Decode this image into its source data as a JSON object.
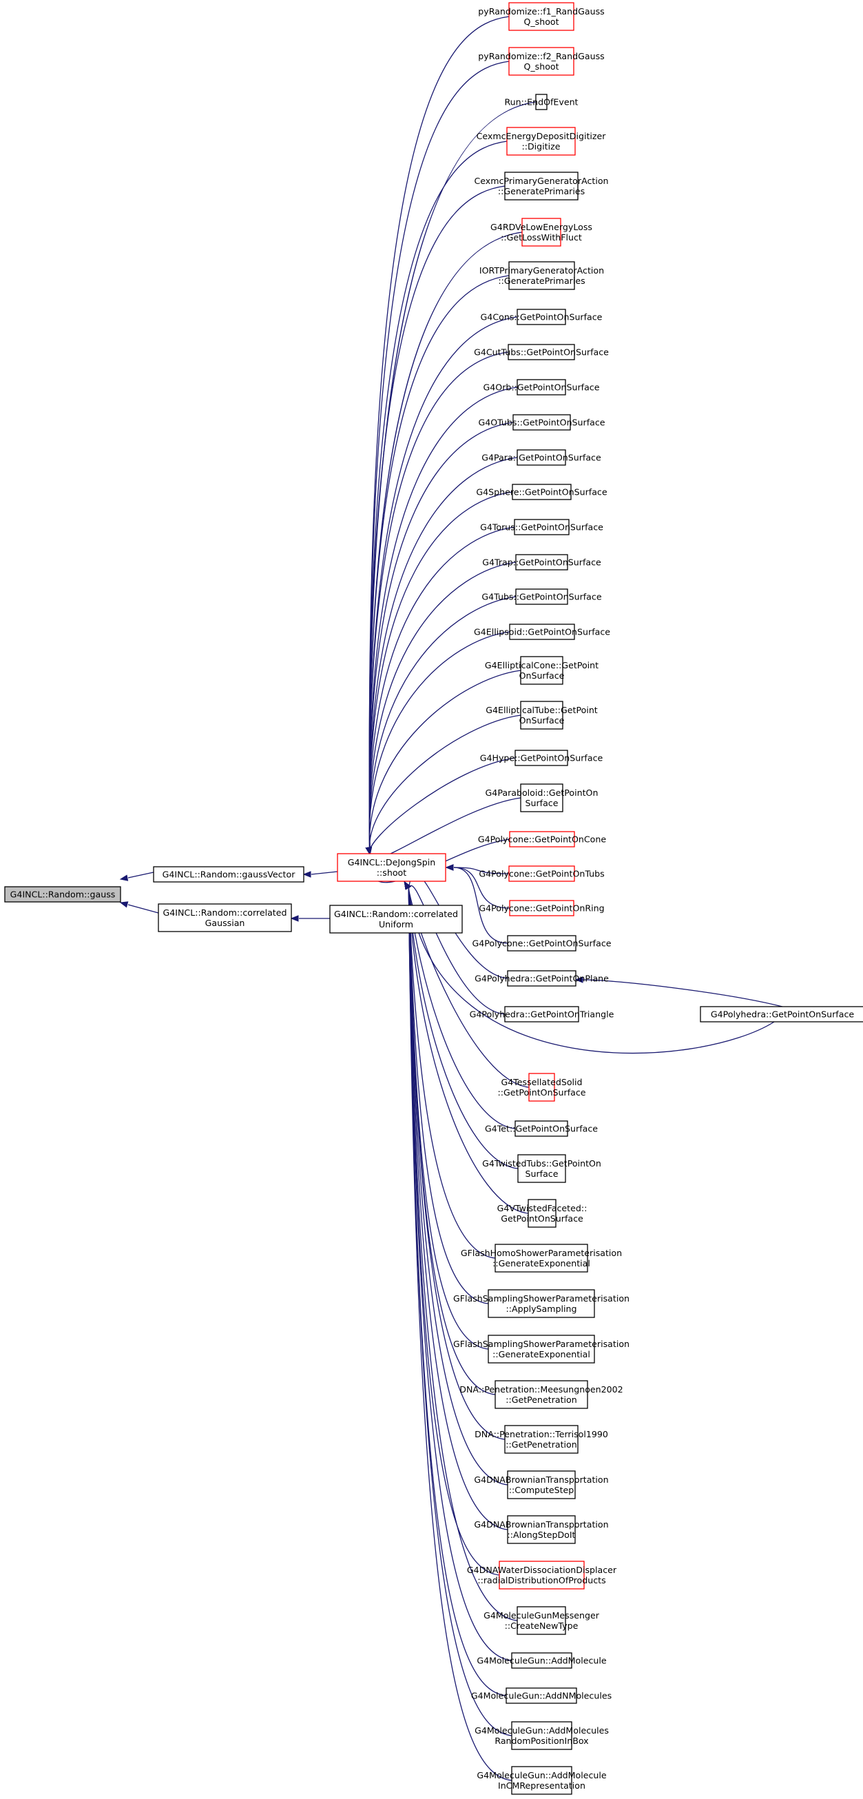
{
  "colors": {
    "edge": "#191970",
    "node_border": "#000000",
    "node_border_truncated": "#ff0000",
    "node_fill": "#ffffff",
    "focus_fill": "#bfbfbf"
  },
  "nodes": [
    {
      "id": "gauss",
      "lines": [
        "G4INCL::Random::gauss"
      ],
      "focus": true,
      "truncated": false
    },
    {
      "id": "gaussVector",
      "lines": [
        "G4INCL::Random::gaussVector"
      ],
      "truncated": false
    },
    {
      "id": "corrGauss",
      "lines": [
        "G4INCL::Random::correlated",
        "Gaussian"
      ],
      "truncated": false
    },
    {
      "id": "dejong",
      "lines": [
        "G4INCL::DeJongSpin",
        "::shoot"
      ],
      "truncated": true
    },
    {
      "id": "corrUniform",
      "lines": [
        "G4INCL::Random::correlated",
        "Uniform"
      ],
      "truncated": false
    },
    {
      "id": "f1",
      "lines": [
        "pyRandomize::f1_RandGauss",
        "Q_shoot"
      ],
      "truncated": true
    },
    {
      "id": "f2",
      "lines": [
        "pyRandomize::f2_RandGauss",
        "Q_shoot"
      ],
      "truncated": true
    },
    {
      "id": "run",
      "lines": [
        "Run::EndOfEvent"
      ],
      "truncated": false
    },
    {
      "id": "cexDig",
      "lines": [
        "CexmcEnergyDepositDigitizer",
        "::Digitize"
      ],
      "truncated": true
    },
    {
      "id": "cexPrim",
      "lines": [
        "CexmcPrimaryGeneratorAction",
        "::GeneratePrimaries"
      ],
      "truncated": false
    },
    {
      "id": "rdve",
      "lines": [
        "G4RDVeLowEnergyLoss",
        "::GetLossWithFluct"
      ],
      "truncated": true
    },
    {
      "id": "iort",
      "lines": [
        "IORTPrimaryGeneratorAction",
        "::GeneratePrimaries"
      ],
      "truncated": false
    },
    {
      "id": "cons",
      "lines": [
        "G4Cons::GetPointOnSurface"
      ],
      "truncated": false
    },
    {
      "id": "cuttubs",
      "lines": [
        "G4CutTubs::GetPointOnSurface"
      ],
      "truncated": false
    },
    {
      "id": "orb",
      "lines": [
        "G4Orb::GetPointOnSurface"
      ],
      "truncated": false
    },
    {
      "id": "otubs",
      "lines": [
        "G4OTubs::GetPointOnSurface"
      ],
      "truncated": false
    },
    {
      "id": "para",
      "lines": [
        "G4Para::GetPointOnSurface"
      ],
      "truncated": false
    },
    {
      "id": "sphere",
      "lines": [
        "G4Sphere::GetPointOnSurface"
      ],
      "truncated": false
    },
    {
      "id": "torus",
      "lines": [
        "G4Torus::GetPointOnSurface"
      ],
      "truncated": false
    },
    {
      "id": "trap",
      "lines": [
        "G4Trap::GetPointOnSurface"
      ],
      "truncated": false
    },
    {
      "id": "tubs",
      "lines": [
        "G4Tubs::GetPointOnSurface"
      ],
      "truncated": false
    },
    {
      "id": "ellipsoid",
      "lines": [
        "G4Ellipsoid::GetPointOnSurface"
      ],
      "truncated": false
    },
    {
      "id": "ellcone",
      "lines": [
        "G4EllipticalCone::GetPoint",
        "OnSurface"
      ],
      "truncated": false
    },
    {
      "id": "elltube",
      "lines": [
        "G4EllipticalTube::GetPoint",
        "OnSurface"
      ],
      "truncated": false
    },
    {
      "id": "hype",
      "lines": [
        "G4Hype::GetPointOnSurface"
      ],
      "truncated": false
    },
    {
      "id": "parab",
      "lines": [
        "G4Paraboloid::GetPointOn",
        "Surface"
      ],
      "truncated": false
    },
    {
      "id": "pcone",
      "lines": [
        "G4Polycone::GetPointOnCone"
      ],
      "truncated": true
    },
    {
      "id": "ptubs",
      "lines": [
        "G4Polycone::GetPointOnTubs"
      ],
      "truncated": true
    },
    {
      "id": "pring",
      "lines": [
        "G4Polycone::GetPointOnRing"
      ],
      "truncated": true
    },
    {
      "id": "psurf",
      "lines": [
        "G4Polycone::GetPointOnSurface"
      ],
      "truncated": false
    },
    {
      "id": "hplane",
      "lines": [
        "G4Polyhedra::GetPointOnPlane"
      ],
      "truncated": false
    },
    {
      "id": "htri",
      "lines": [
        "G4Polyhedra::GetPointOnTriangle"
      ],
      "truncated": false
    },
    {
      "id": "hsurf",
      "lines": [
        "G4Polyhedra::GetPointOnSurface"
      ],
      "truncated": false
    },
    {
      "id": "tess",
      "lines": [
        "G4TessellatedSolid",
        "::GetPointOnSurface"
      ],
      "truncated": true
    },
    {
      "id": "tet",
      "lines": [
        "G4Tet::GetPointOnSurface"
      ],
      "truncated": false
    },
    {
      "id": "twtubs",
      "lines": [
        "G4TwistedTubs::GetPointOn",
        "Surface"
      ],
      "truncated": false
    },
    {
      "id": "vtwist",
      "lines": [
        "G4VTwistedFaceted::",
        "GetPointOnSurface"
      ],
      "truncated": false
    },
    {
      "id": "gfhomo",
      "lines": [
        "GFlashHomoShowerParameterisation",
        "::GenerateExponential"
      ],
      "truncated": false
    },
    {
      "id": "gfsamp1",
      "lines": [
        "GFlashSamplingShowerParameterisation",
        "::ApplySampling"
      ],
      "truncated": false
    },
    {
      "id": "gfsamp2",
      "lines": [
        "GFlashSamplingShowerParameterisation",
        "::GenerateExponential"
      ],
      "truncated": false
    },
    {
      "id": "meesung",
      "lines": [
        "DNA::Penetration::Meesungnoen2002",
        "::GetPenetration"
      ],
      "truncated": false
    },
    {
      "id": "terrisol",
      "lines": [
        "DNA::Penetration::Terrisol1990",
        "::GetPenetration"
      ],
      "truncated": false
    },
    {
      "id": "brown1",
      "lines": [
        "G4DNABrownianTransportation",
        "::ComputeStep"
      ],
      "truncated": false
    },
    {
      "id": "brown2",
      "lines": [
        "G4DNABrownianTransportation",
        "::AlongStepDoIt"
      ],
      "truncated": false
    },
    {
      "id": "water",
      "lines": [
        "G4DNAWaterDissociationDisplacer",
        "::radialDistributionOfProducts"
      ],
      "truncated": true
    },
    {
      "id": "molmsg",
      "lines": [
        "G4MoleculeGunMessenger",
        "::CreateNewType"
      ],
      "truncated": false
    },
    {
      "id": "addmol",
      "lines": [
        "G4MoleculeGun::AddMolecule"
      ],
      "truncated": false
    },
    {
      "id": "addn",
      "lines": [
        "G4MoleculeGun::AddNMolecules"
      ],
      "truncated": false
    },
    {
      "id": "addbox",
      "lines": [
        "G4MoleculeGun::AddMolecules",
        "RandomPositionInBox"
      ],
      "truncated": false
    },
    {
      "id": "addcm",
      "lines": [
        "G4MoleculeGun::AddMolecule",
        "InCMRepresentation"
      ],
      "truncated": false
    }
  ]
}
